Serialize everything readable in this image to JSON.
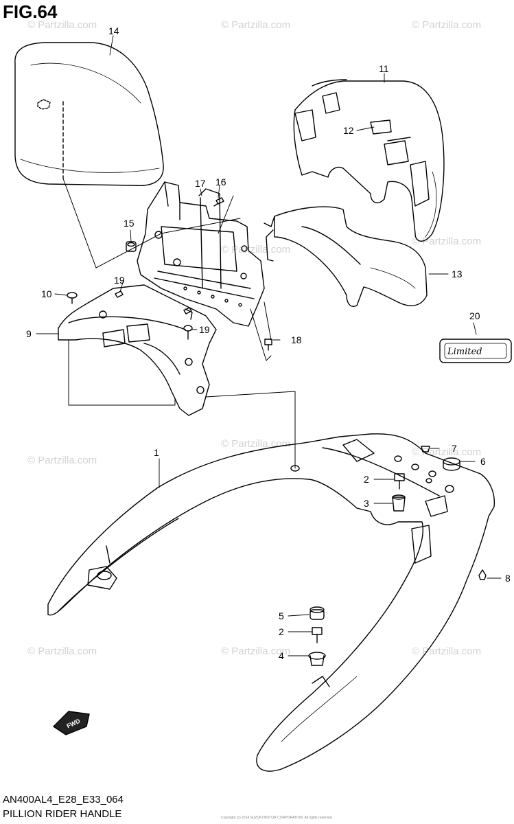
{
  "figure": {
    "title": "FIG.64",
    "model_code": "AN400AL4_E28_E33_064",
    "section_name": "PILLION RIDER HANDLE"
  },
  "watermark_text": "© Partzilla.com",
  "copyright_text": "Copyright (c) 2014 SUZUKI MOTOR CORPORATION. All rights reserved.",
  "badge_text": "Limited",
  "fwd_label": "FWD",
  "callouts": {
    "p1": "1",
    "p2a": "2",
    "p2b": "2",
    "p3": "3",
    "p4": "4",
    "p5": "5",
    "p6": "6",
    "p7": "7",
    "p8": "8",
    "p9": "9",
    "p10": "10",
    "p11": "11",
    "p12": "12",
    "p13": "13",
    "p14": "14",
    "p15": "15",
    "p16": "16",
    "p17": "17",
    "p18": "18",
    "p19a": "19",
    "p19b": "19",
    "p20": "20"
  },
  "colors": {
    "line": "#000000",
    "watermark": "#d2d2d2",
    "background": "#ffffff"
  }
}
